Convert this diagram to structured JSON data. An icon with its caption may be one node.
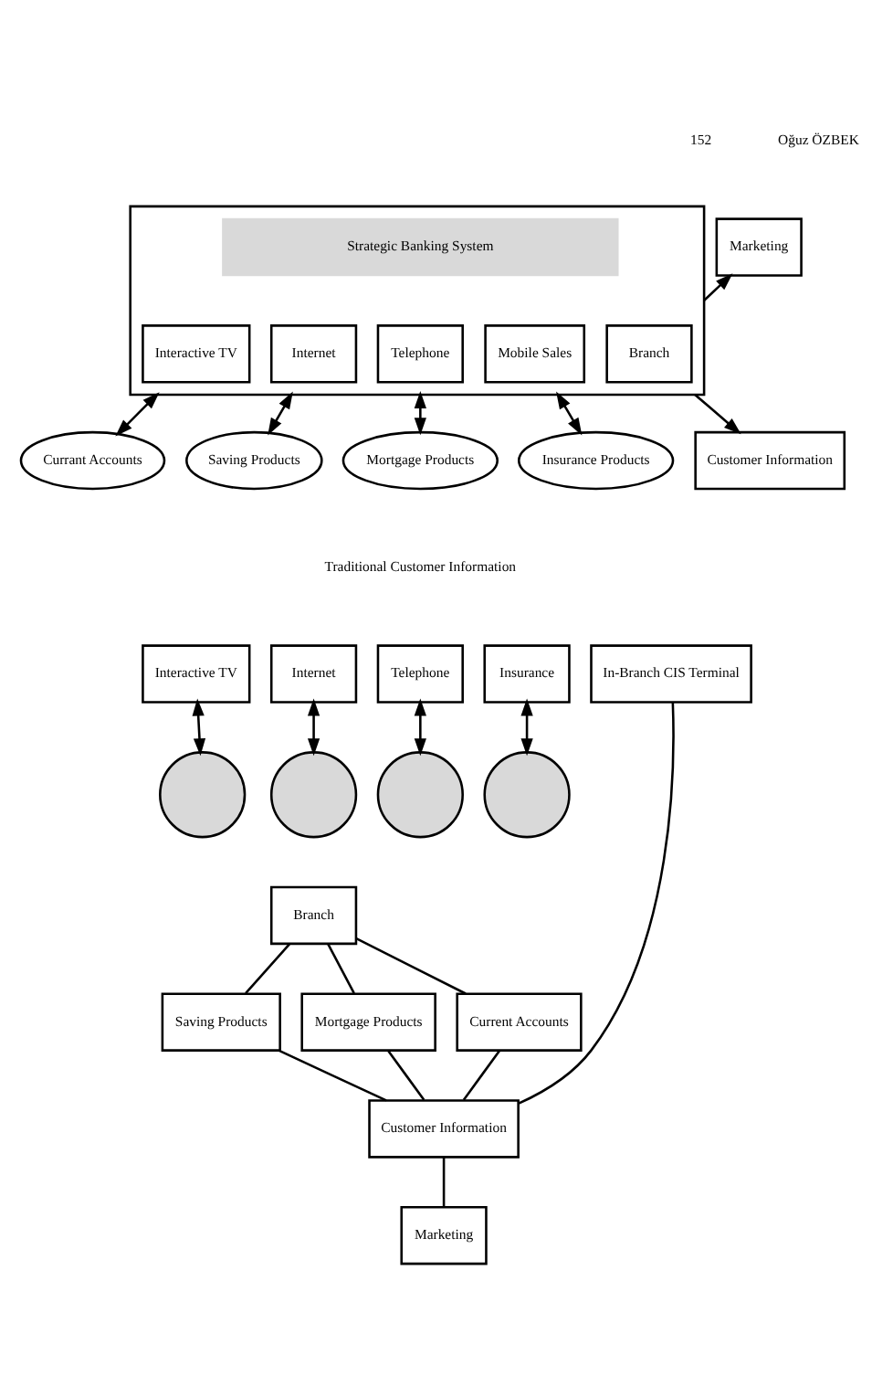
{
  "diagram": {
    "nodes": [
      {
        "text": [
          "Marketing"
        ]
      },
      {
        "text": [],
        "shape": "box"
      },
      {
        "text": [
          "Strategic Banking System"
        ],
        "in": 1
      },
      {
        "text": [
          "Interactive TV"
        ],
        "in": 1
      },
      {
        "text": [
          "Internet"
        ],
        "in": 1
      },
      {
        "text": [
          "Telephone"
        ],
        "in": 1
      },
      {
        "text": [
          "Mobile Sales"
        ],
        "in": 1
      },
      {
        "text": [
          "Branch"
        ],
        "in": 1
      },
      {
        "text": [
          "Currant Accounts"
        ]
      },
      {
        "text": [
          "Saving Products"
        ]
      },
      {
        "text": [
          "Mortgage Products"
        ]
      },
      {
        "text": [
          "Insurance Products"
        ]
      },
      {
        "text": [
          "Customer Information"
        ]
      },
      {
        "text": [
          "Interactive TV"
        ]
      },
      {
        "text": [
          "Internet"
        ]
      },
      {
        "text": [
          "Telephone"
        ]
      },
      {
        "text": [
          "Insurance"
        ]
      },
      {
        "text": [
          "In-Branch CIS Terminal"
        ]
      },
      {
        "text": [],
        "shape": "circle"
      },
      {
        "text": [],
        "shape": "circle"
      },
      {
        "text": [],
        "shape": "circle"
      },
      {
        "text": [],
        "shape": "circle"
      },
      {
        "text": [
          "Saving Products"
        ]
      },
      {
        "text": [
          "Branch"
        ]
      },
      {
        "text": [
          "Mortgage Products"
        ]
      },
      {
        "text": [
          "Customer Information"
        ]
      },
      {
        "text": [
          "Current Accounts"
        ]
      },
      {
        "text": [
          "Marketing"
        ]
      }
    ],
    "edges": [
      {
        "from": 1,
        "to": 0,
        "arrow": "to"
      },
      {
        "from": 1,
        "to": 8,
        "arrow": "both"
      },
      {
        "from": 1,
        "to": 9,
        "arrow": "both"
      },
      {
        "from": 1,
        "to": 10,
        "arrow": "both"
      },
      {
        "from": 1,
        "to": 11,
        "arrow": "both"
      },
      {
        "from": 1,
        "to": 12,
        "arrow": "to"
      },
      {
        "from": 13,
        "to": 18,
        "arrow": "both"
      },
      {
        "from": 14,
        "to": 19,
        "arrow": "both"
      },
      {
        "from": 15,
        "to": 20,
        "arrow": "both"
      },
      {
        "from": 16,
        "to": 21,
        "arrow": "both"
      },
      {
        "from": 23,
        "to": 22,
        "arrow": "none"
      },
      {
        "from": 23,
        "to": 24,
        "arrow": "none"
      },
      {
        "from": 23,
        "to": 26,
        "arrow": "none"
      },
      {
        "from": 22,
        "to": 25,
        "arrow": "none"
      },
      {
        "from": 24,
        "to": 25,
        "arrow": "none"
      },
      {
        "from": 26,
        "to": 25,
        "arrow": "none"
      },
      {
        "from": 17,
        "to": 25,
        "arrow": "none"
      },
      {
        "from": 25,
        "to": 27,
        "arrow": "none"
      }
    ],
    "labels": [
      "152",
      "Oğuz ÖZBEK",
      "Traditional Customer Information"
    ]
  }
}
